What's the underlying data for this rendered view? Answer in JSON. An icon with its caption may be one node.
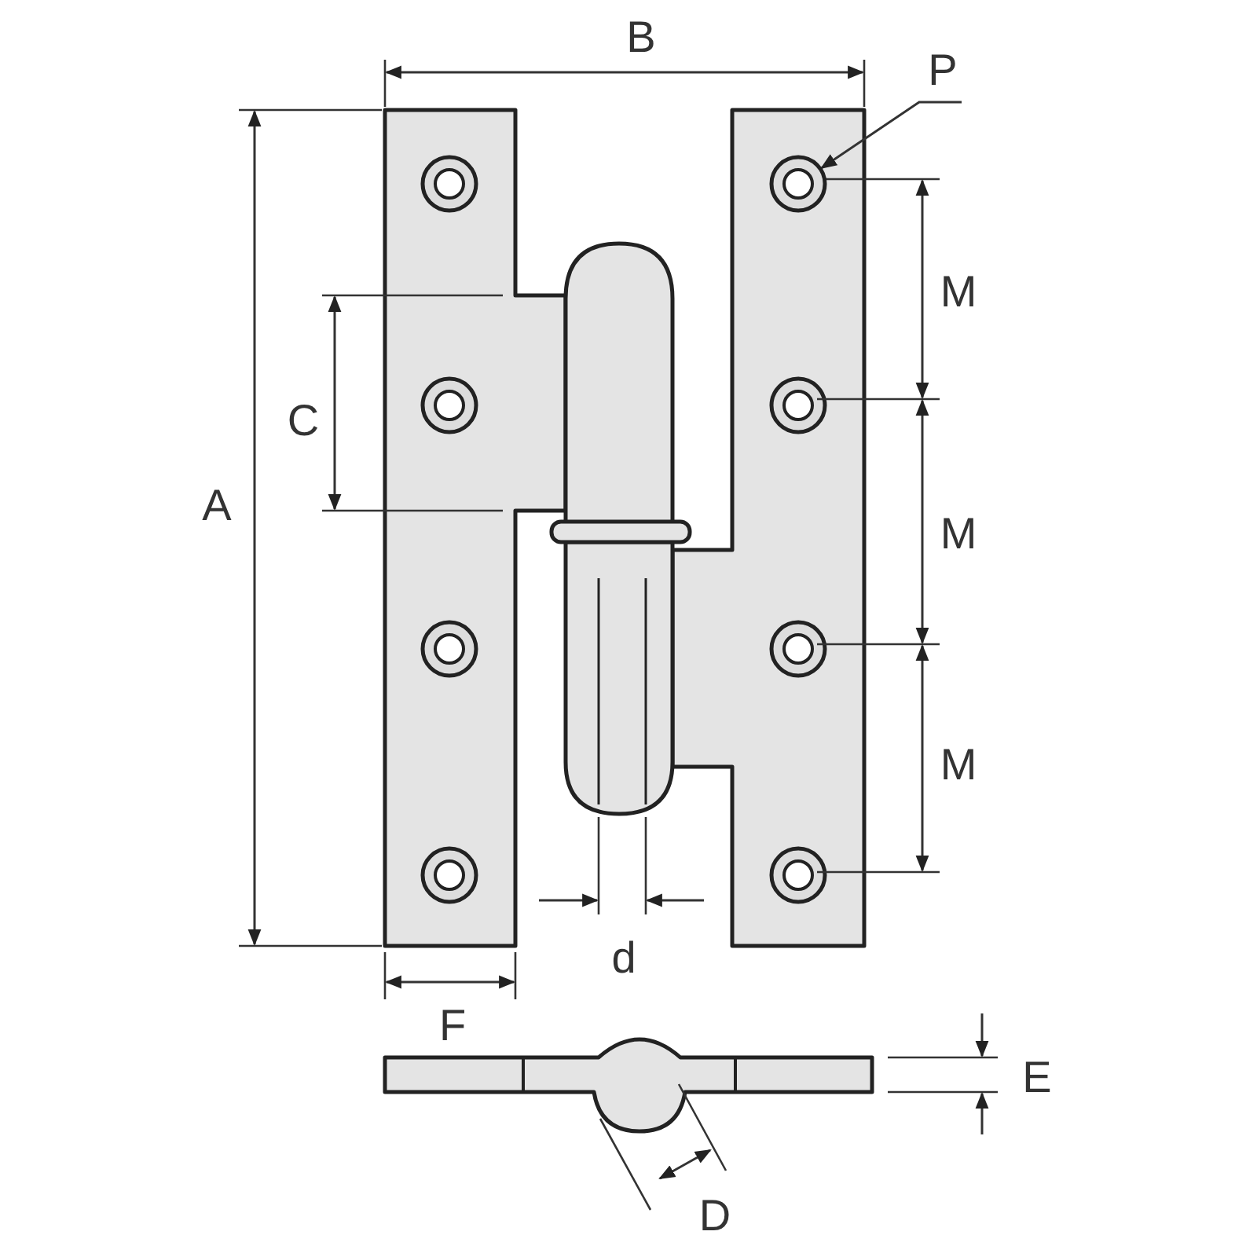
{
  "diagram": {
    "nodes": [
      {
        "text": [
          "P"
        ]
      },
      {
        "text": [],
        "shape": "circle"
      }
    ],
    "edges": [
      {
        "from": 0,
        "to": 1,
        "arrow": "to"
      }
    ],
    "labels": [
      "B",
      "M",
      "C",
      "A",
      "M",
      "M",
      "d",
      "F",
      "E",
      "D"
    ]
  }
}
